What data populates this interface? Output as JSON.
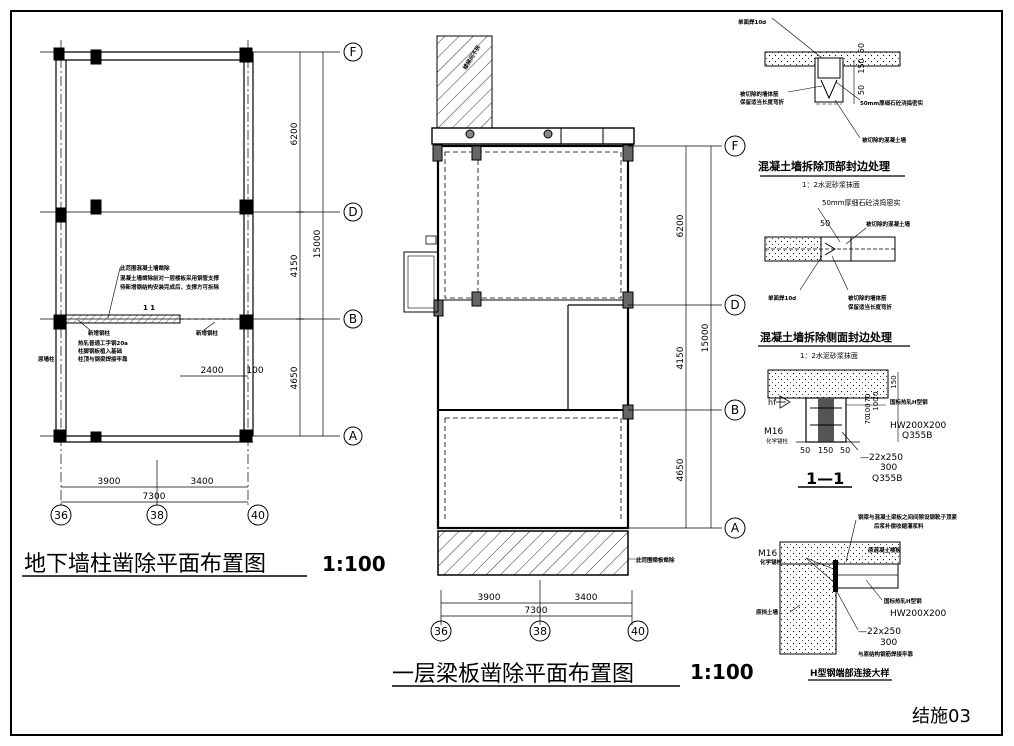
{
  "grid": {
    "axis_36": "36",
    "axis_38": "38",
    "axis_40": "40",
    "axis_A": "A",
    "axis_B": "B",
    "axis_D": "D",
    "axis_F": "F"
  },
  "plan1": {
    "title": "地下墙柱凿除平面布置图",
    "scale": "1:100",
    "dims": {
      "d3900": "3900",
      "d3400": "3400",
      "d7300": "7300",
      "d6200": "6200",
      "d4150": "4150",
      "d4650": "4650",
      "d15000": "15000",
      "d2400": "2400",
      "d100": "100"
    },
    "notes": {
      "remove_wall": "此范围混凝土墙凿除",
      "remove_wall_detail_1": "混凝土墙凿除前对一层楼板采用钢管支撑",
      "remove_wall_detail_2": "待新增钢结构安装完成后，支撑方可拆除",
      "new_steel_col_left": "新增钢柱",
      "new_steel_col_right": "新增钢柱",
      "hot_rolled_1": "热轧普通工字钢20a",
      "hot_rolled_2": "柱脚钢板植入基础",
      "hot_rolled_3": "柱顶与钢梁焊接牢靠",
      "section_mark": "1 1",
      "existing_wall": "原墙柱"
    }
  },
  "plan2": {
    "title": "一层梁板凿除平面布置图",
    "scale": "1:100",
    "stair_note": "楼梯间不拆",
    "hatched_note": "此范围梁板凿除",
    "dims": {
      "d3900": "3900",
      "d3400": "3400",
      "d7300": "7300",
      "d6200": "6200",
      "d4150": "4150",
      "d4650": "4650",
      "d15000": "15000"
    }
  },
  "detail1": {
    "title": "混凝土墙拆除顶部封边处理",
    "subtitle": "1：2水泥砂浆抹面",
    "note_bar": "单面焊10d",
    "note_cut": "被切除的墙体筋",
    "note_cut2": "保留适当长度弯折",
    "note_50mm": "50mm厚细石砼浇捣密实",
    "note_kept": "被切除的混凝土墙",
    "dims": {
      "d50": "50",
      "d150": "150",
      "d50b": "50"
    }
  },
  "detail2": {
    "title": "混凝土墙拆除侧面封边处理",
    "subtitle": "1：2水泥砂浆抹面",
    "note_50mm": "50mm厚细石砼浇捣密实",
    "note_removed": "被切除的混凝土墙",
    "note_bar": "单面焊10d",
    "note_cut": "被切除的墙体筋",
    "note_cut2": "保留适当长度弯折",
    "dim50": "50"
  },
  "detail3": {
    "section": "1—1",
    "hf": "hf",
    "anchor": "M16",
    "anchor_note": "化学锚栓",
    "steel_note": "国标热轧H型钢",
    "steel_size": "HW200X200",
    "steel_grade": "Q355B",
    "plate": "—22x250",
    "plate2": "300",
    "plate_grade": "Q355B",
    "dims": {
      "d50a": "50",
      "d150": "150",
      "d50b": "50",
      "v150": "150",
      "v100": "100",
      "v70a": "70",
      "v70b": "70",
      "v100b": "100",
      "v70c": "70"
    }
  },
  "detail4": {
    "title": "H型钢端部连接大样",
    "note_top": "钢梁与混凝土梁板之间间隙设钢靴子顶紧",
    "note_top2": "后浆补偿收缩灌浆料",
    "note_thick": "原混凝土楼板",
    "anchor": "M16",
    "anchor_note": "化学锚栓",
    "wall_note": "原挡土墙",
    "steel_note": "国标热轧H型钢",
    "steel_size": "HW200X200",
    "plate": "—22x250",
    "plate2": "300",
    "plate_note": "与原结构钢筋焊接牢靠"
  },
  "sheet_number": "结施03"
}
